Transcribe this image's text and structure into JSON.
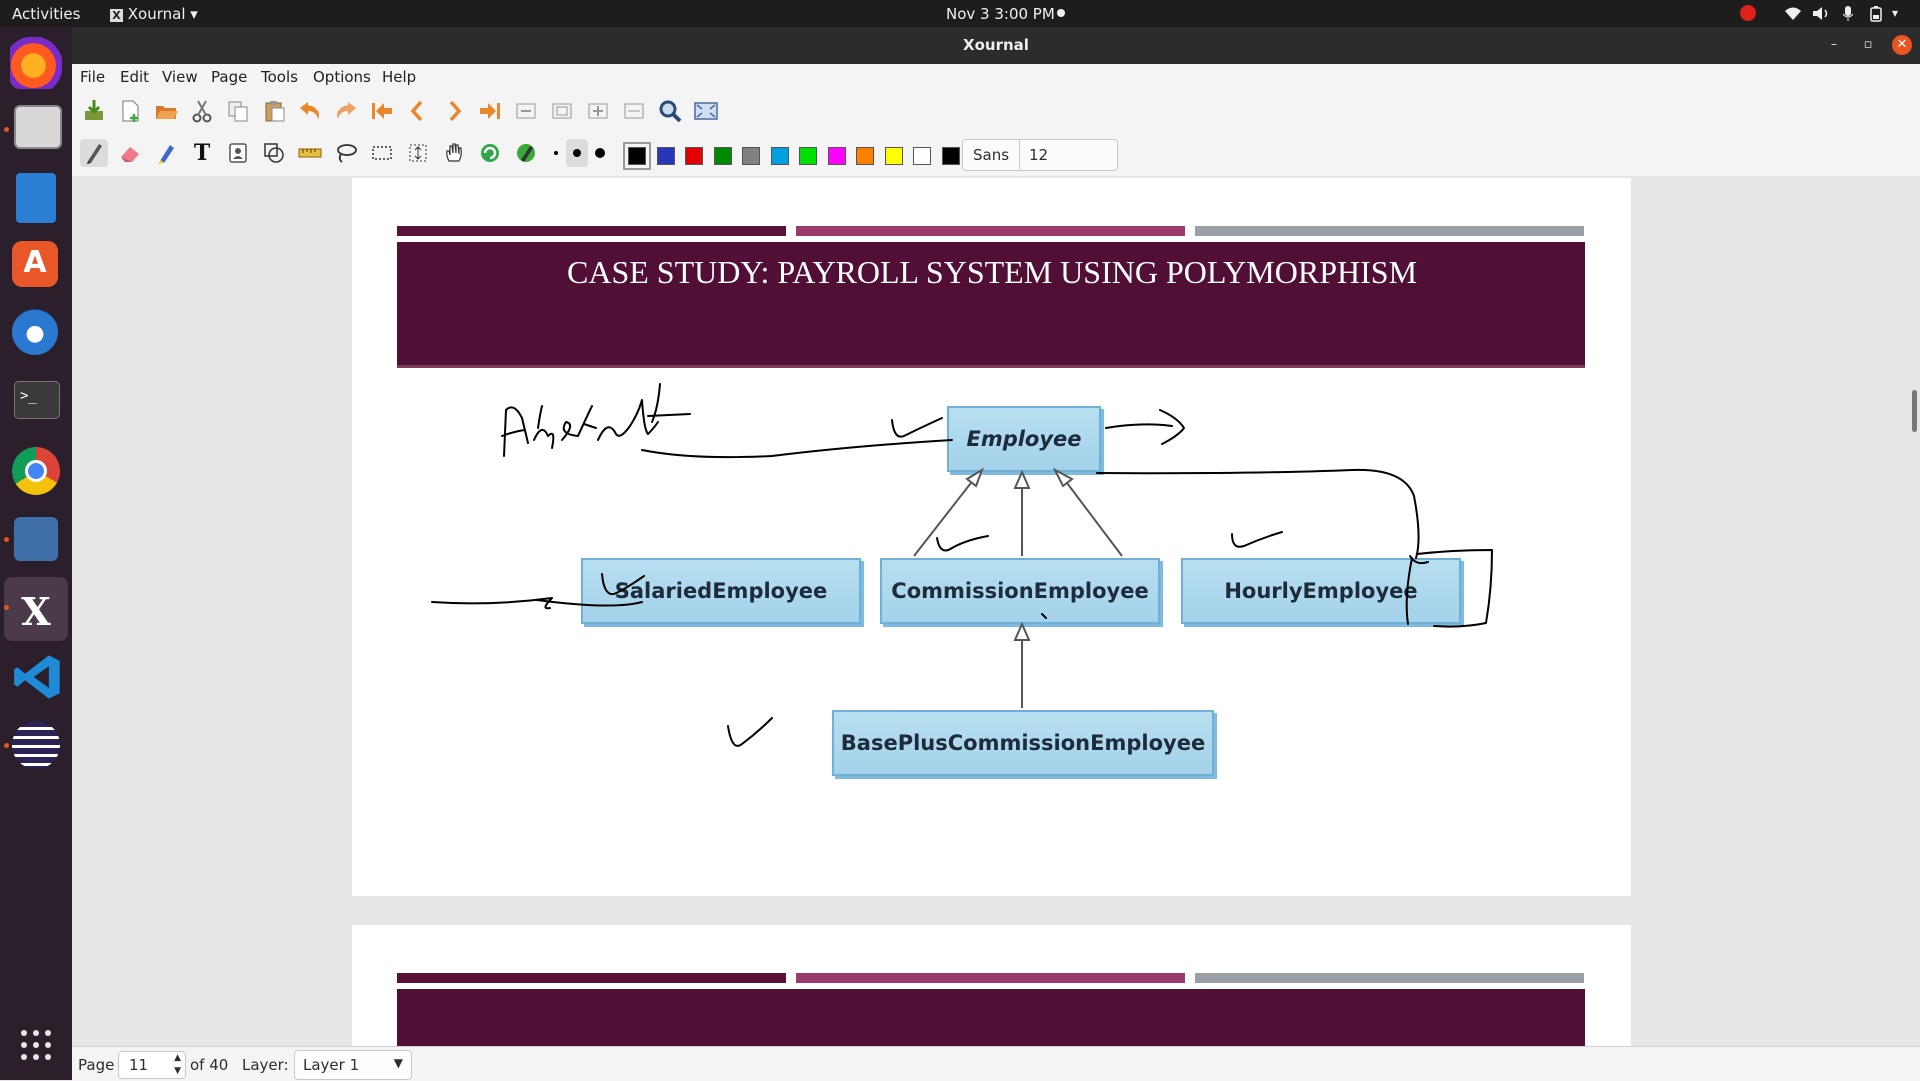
{
  "topbar": {
    "activities": "Activities",
    "app_name": "Xournal",
    "clock": "Nov 3  3:00 PM"
  },
  "window": {
    "title": "Xournal"
  },
  "menu": [
    "File",
    "Edit",
    "View",
    "Page",
    "Tools",
    "Options",
    "Help"
  ],
  "font": {
    "name": "Sans",
    "size": "12"
  },
  "colors": {
    "palette": [
      "#000000",
      "#2a36b8",
      "#e00000",
      "#008a00",
      "#808080",
      "#00a0e0",
      "#00e000",
      "#ff00ff",
      "#ff8000",
      "#ffff00",
      "#ffffff",
      "#000000"
    ],
    "selected_index": 0,
    "banner": "#520f35",
    "stripe_dark": "#5a1238",
    "stripe_mid": "#9c3a6e",
    "stripe_light": "#9aa0a6",
    "uml_box": "#a8d6ee"
  },
  "slide": {
    "title": "CASE STUDY: PAYROLL SYSTEM USING POLYMORPHISM",
    "classes": {
      "employee": "Employee",
      "salaried": "SalariedEmployee",
      "commission": "CommissionEmployee",
      "hourly": "HourlyEmployee",
      "base_plus": "BasePlusCommissionEmployee"
    }
  },
  "status": {
    "page_label": "Page",
    "page_value": "11",
    "of_label": "of 40",
    "layer_label": "Layer:",
    "layer_value": "Layer 1"
  }
}
